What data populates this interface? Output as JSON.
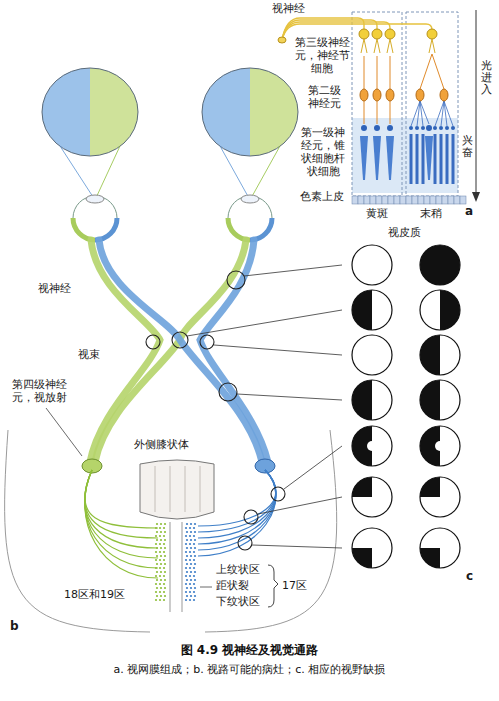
{
  "diagram": {
    "title": "图 4.9  视神经及视觉通路",
    "caption": "a. 视网膜组成；b. 视路可能的病灶；c. 相应的视野缺损",
    "labels": [
      "视神经",
      "第三级神经元，神经节细胞",
      "第二级神经元",
      "第一级神经元，锥状细胞杆状细胞",
      "色素上皮",
      "光进入",
      "兴奋",
      "黄斑",
      "末稍",
      "a",
      "视皮质",
      "视神经",
      "视束",
      "第四级神经元，视放射",
      "外侧膝状体",
      "18区和19区",
      "上纹状区",
      "距状裂",
      "下纹状区",
      "17区",
      "b",
      "c"
    ]
  }
}
